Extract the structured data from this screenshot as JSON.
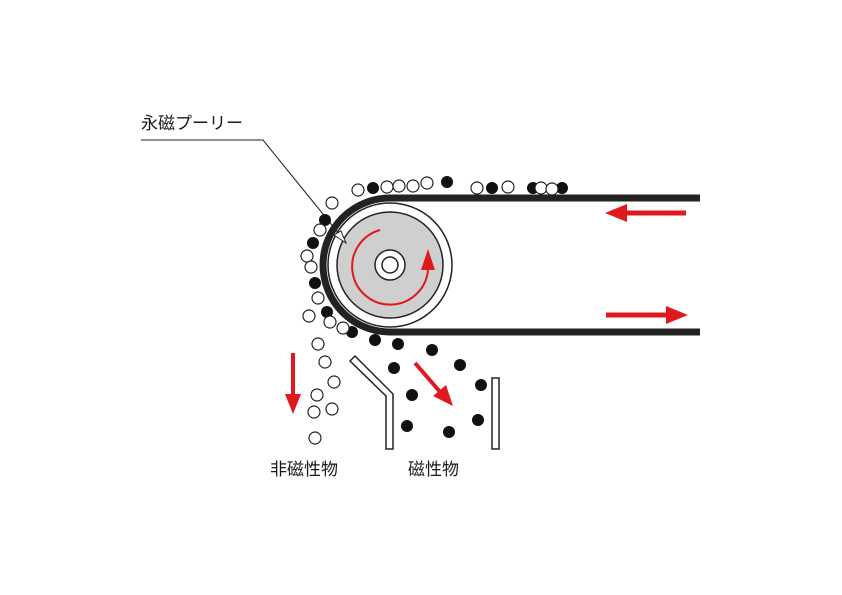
{
  "labels": {
    "pulley": "永磁プーリー",
    "non_magnetic": "非磁性物",
    "magnetic": "磁性物"
  },
  "colors": {
    "belt": "#222222",
    "arrow": "#e0191e",
    "drum_fill": "#cfcfcf",
    "magnetic_particle": "#111111",
    "non_magnetic_particle": "#ffffff",
    "outline": "#222222"
  },
  "icons": {
    "belt_direction_top": "arrow-left-icon",
    "belt_direction_bottom": "arrow-right-icon",
    "rotation": "rotation-arrow-icon",
    "non_magnetic_fall": "arrow-down-icon",
    "magnetic_fall": "arrow-down-right-icon"
  }
}
